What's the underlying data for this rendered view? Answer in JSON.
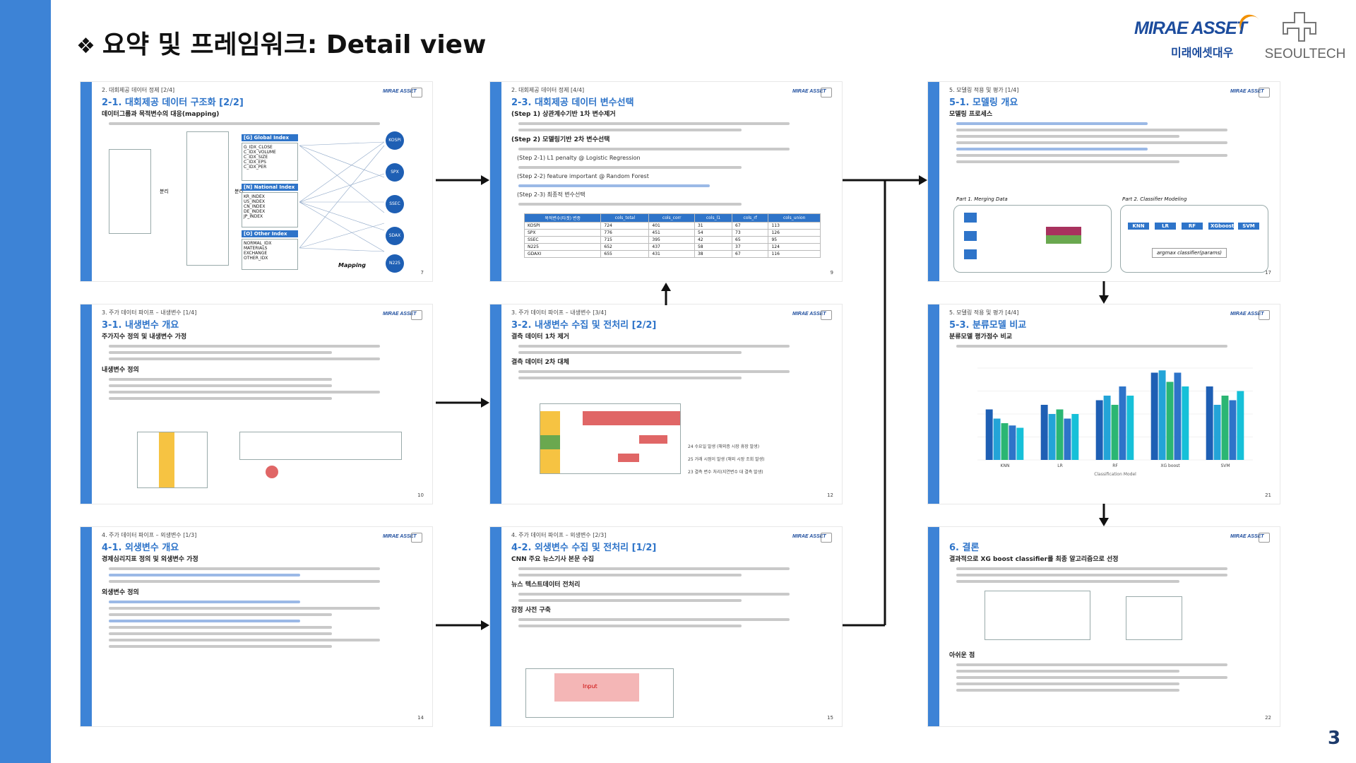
{
  "page": {
    "title": "요약 및 프레임워크: Detail view",
    "title_bullet": "❖",
    "page_number": "3"
  },
  "logos": {
    "mirae_en": "MIRAE ASSET",
    "mirae_ko": "미래에셋대우",
    "seoultech": "SEOULTECH"
  },
  "colors": {
    "accent_blue": "#3d83d6",
    "title_blue": "#2e74c9",
    "logo_blue": "#1c4c9d",
    "logo_orange": "#f29100"
  },
  "thumbnails": [
    {
      "id": "t1",
      "crumb": "2. 대회제공 데이터 정제 [2/4]",
      "title": "2-1. 대회제공 데이터 구조화 [2/2]",
      "heading": "데이터그룹과 목적변수의 대응(mapping)",
      "page_no": "7",
      "groups": [
        "[G] Global Index",
        "[N] National Index",
        "[O] Other Index"
      ],
      "g_items": [
        "G_IDX_CLOSE",
        "C_IDX_VOLUME",
        "C_IDX_SIZE",
        "C_IDX_EPS",
        "C_IDX_PER"
      ],
      "n_items": [
        "KR_INDEX",
        "US_INDEX",
        "CN_INDEX",
        "DE_INDEX",
        "JP_INDEX"
      ],
      "o_items": [
        "NORMAL_IDX",
        "MATERIALS",
        "EXCHANGE",
        "OTHER_IDX"
      ],
      "targets": [
        "KOSPI",
        "SPX",
        "SSEC",
        "SDAX",
        "N225"
      ],
      "mapping_label": "Mapping",
      "split_label": "분리"
    },
    {
      "id": "t2",
      "crumb": "2. 대회제공 데이터 정제 [4/4]",
      "title": "2-3. 대회제공 데이터 변수선택",
      "steps": [
        "(Step 1) 상관계수기반 1차 변수제거",
        "(Step 2) 모델링기반 2차 변수선택",
        "(Step 2-1) L1 penalty @ Logistic Regression",
        "(Step 2-2) feature important @ Random Forest",
        "(Step 2-3) 최종적 변수선택"
      ],
      "table_header": [
        "목적변수(타겟) 변종",
        "cols_total",
        "cols_corr",
        "cols_l1",
        "cols_rf",
        "cols_union"
      ],
      "table_rows": [
        [
          "KOSPI",
          "724",
          "401",
          "31",
          "67",
          "113"
        ],
        [
          "SPX",
          "776",
          "451",
          "54",
          "73",
          "126"
        ],
        [
          "SSEC",
          "715",
          "395",
          "42",
          "65",
          "95"
        ],
        [
          "N225",
          "652",
          "437",
          "58",
          "37",
          "124"
        ],
        [
          "GDAXI",
          "655",
          "431",
          "38",
          "67",
          "116"
        ]
      ],
      "page_no": "9"
    },
    {
      "id": "t3",
      "crumb": "5. 모델링 적용 및 평가 [1/4]",
      "title": "5-1. 모델링 개요",
      "heading": "모델링 프로세스",
      "part1": "Part 1. Merging Data",
      "part2": "Part 2. Classifier Modeling",
      "models": [
        "KNN",
        "LR",
        "RF",
        "XGboost",
        "SVM"
      ],
      "formula": "argmax classifier(params)",
      "page_no": "17"
    },
    {
      "id": "t4",
      "crumb": "3. 주가 데이터 파이프 – 내생변수 [1/4]",
      "title": "3-1. 내생변수 개요",
      "heading1": "주가지수 정의 및 내생변수 가정",
      "heading2": "내생변수 정의",
      "page_no": "10"
    },
    {
      "id": "t5",
      "crumb": "3. 주가 데이터 파이프 – 내생변수 [3/4]",
      "title": "3-2. 내생변수 수집 및 전처리 [2/2]",
      "heading1": "결측 데이터 1차 제거",
      "heading2": "결측 데이터 2차 대체",
      "notes": [
        "24 수요일 발생 (해외증 시장 휴장 발생)",
        "25 거래 시점이 발생 (해외 시장 조회 발생)",
        "23 결측 변수 처리(지연변수 대 결측 발생)"
      ],
      "page_no": "12"
    },
    {
      "id": "t6",
      "crumb": "5. 모델링 적용 및 평가 [4/4]",
      "title": "5-3. 분류모델 비교",
      "heading": "분류모델 평가점수 비교",
      "legend_models": [
        "KNN",
        "LR",
        "RF",
        "XG boost",
        "SVM"
      ],
      "page_no": "21"
    },
    {
      "id": "t7",
      "crumb": "4. 주가 데이터 파이프 – 외생변수 [1/3]",
      "title": "4-1. 외생변수 개요",
      "heading1": "경제심리지표 정의 및 외생변수 가정",
      "heading2": "외생변수 정의",
      "page_no": "14"
    },
    {
      "id": "t8",
      "crumb": "4. 주가 데이터 파이프 – 외생변수 [2/3]",
      "title": "4-2. 외생변수 수집 및 전처리 [1/2]",
      "heading1": "CNN 주요 뉴스기사 본문 수집",
      "heading2": "뉴스 텍스트데이터 전처리",
      "heading3": "감정 사전 구축",
      "input_label": "Input",
      "page_no": "15"
    },
    {
      "id": "t9",
      "crumb": "",
      "title": "6. 결론",
      "heading1": "결과적으로 XG boost classifier를 최종 알고리즘으로 선정",
      "heading2": "아쉬운 점",
      "page_no": "22"
    }
  ],
  "chart_data": {
    "type": "bar",
    "categories": [
      "KNN",
      "LR",
      "RF",
      "XG boost",
      "SVM"
    ],
    "series": [
      {
        "values": [
          0.52,
          0.54,
          0.56,
          0.68,
          0.62
        ]
      },
      {
        "values": [
          0.48,
          0.5,
          0.58,
          0.69,
          0.54
        ]
      },
      {
        "values": [
          0.46,
          0.52,
          0.54,
          0.64,
          0.58
        ]
      },
      {
        "values": [
          0.45,
          0.48,
          0.62,
          0.68,
          0.56
        ]
      },
      {
        "values": [
          0.44,
          0.5,
          0.58,
          0.62,
          0.6
        ]
      }
    ],
    "series_colors": [
      "#1e5fb4",
      "#23a4d8",
      "#2bb673",
      "#2e74c9",
      "#16c0d8"
    ],
    "ylim": [
      0.3,
      0.7
    ],
    "xlabel": "Classification Model"
  }
}
